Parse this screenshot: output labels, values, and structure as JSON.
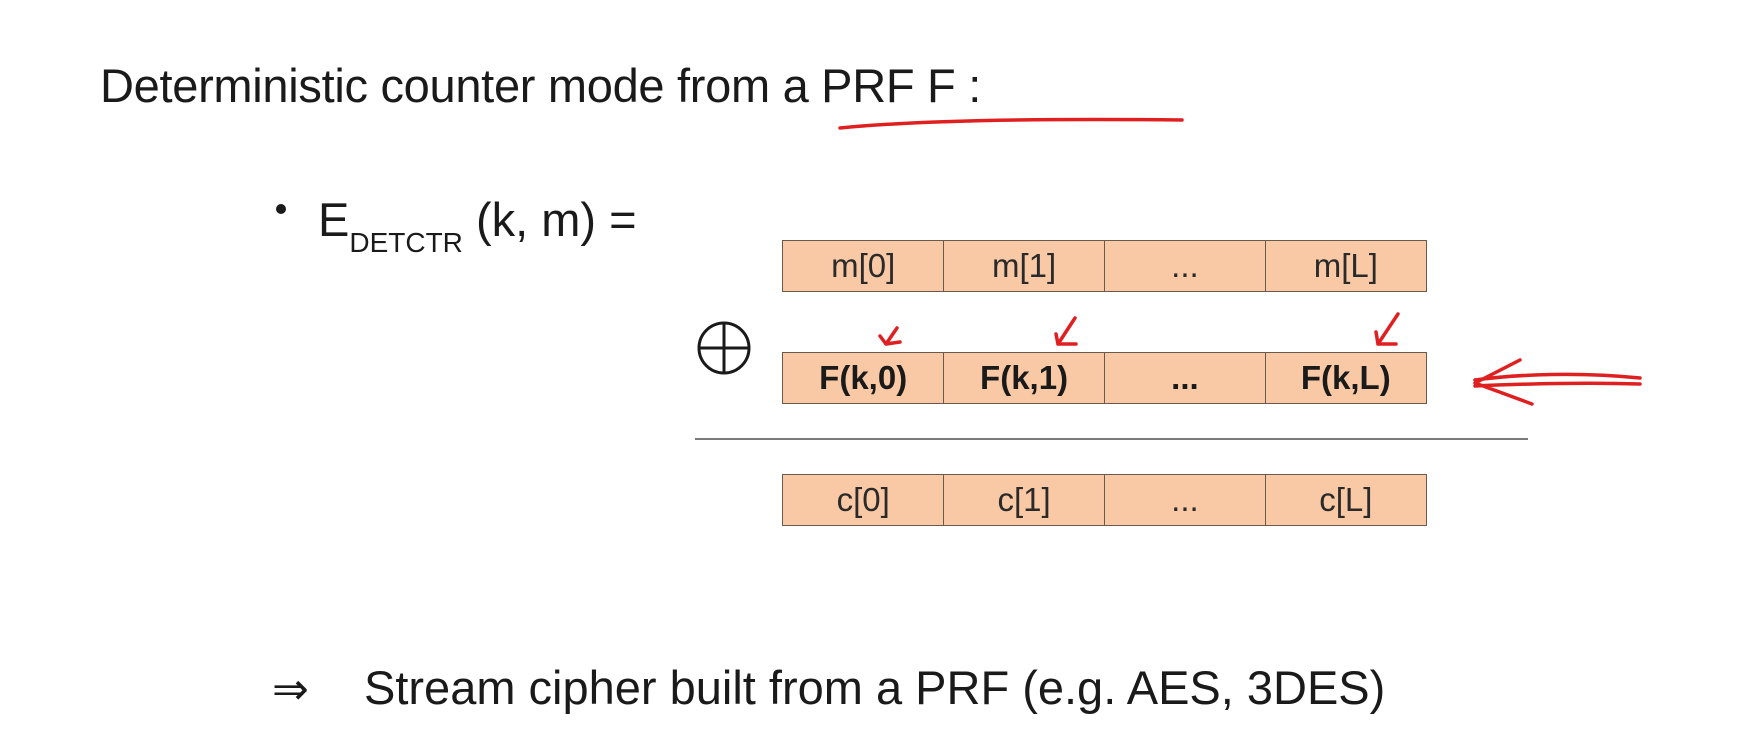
{
  "title": "Deterministic counter mode from a PRF  F :",
  "formula": {
    "main": "E",
    "subscript": "DETCTR",
    "args": " (k, m)  ="
  },
  "message_blocks": [
    "m[0]",
    "m[1]",
    "...",
    "m[L]"
  ],
  "prf_blocks": [
    "F(k,0)",
    "F(k,1)",
    "...",
    "F(k,L)"
  ],
  "ciphertext_blocks": [
    "c[0]",
    "c[1]",
    "...",
    "c[L]"
  ],
  "operator": "⊕",
  "implies_symbol": "⇒",
  "conclusion": "Stream cipher built from a PRF   (e.g.  AES, 3DES)",
  "colors": {
    "block_fill": "#f8c9a4",
    "block_border": "#6a5a4c",
    "annotation": "#e02020"
  }
}
